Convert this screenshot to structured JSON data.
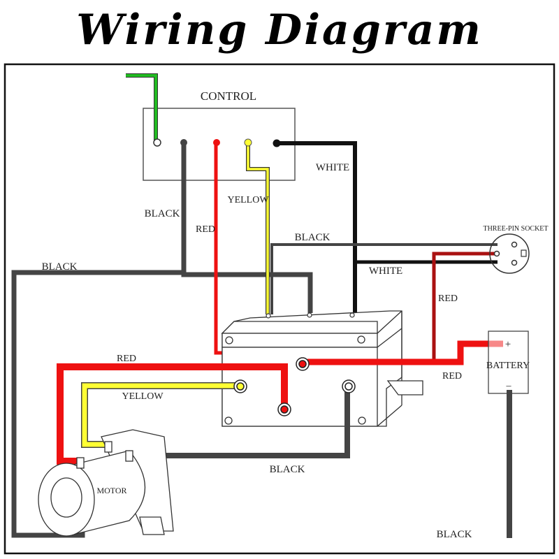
{
  "title": "Wiring Diagram",
  "components": {
    "control": "CONTROL",
    "socket": "THREE-PIN SOCKET",
    "battery": "BATTERY",
    "battery_plus": "+",
    "battery_minus": "–",
    "motor": "MOTOR",
    "solenoid": ""
  },
  "wire_labels": {
    "control_black": "BLACK",
    "control_red": "RED",
    "control_yellow": "YELLOW",
    "control_white": "WHITE",
    "left_black": "BLACK",
    "socket_black": "BLACK",
    "socket_white": "WHITE",
    "socket_red": "RED",
    "battery_red": "RED",
    "motor_red": "RED",
    "motor_yellow": "YELLOW",
    "motor_black": "BLACK",
    "ground_black": "BLACK"
  },
  "colors": {
    "green": "#22bb22",
    "black": "#111111",
    "dark_gray": "#444444",
    "red": "#ee1111",
    "dark_red": "#aa1111",
    "yellow": "#ffff33",
    "outline": "#333333"
  }
}
